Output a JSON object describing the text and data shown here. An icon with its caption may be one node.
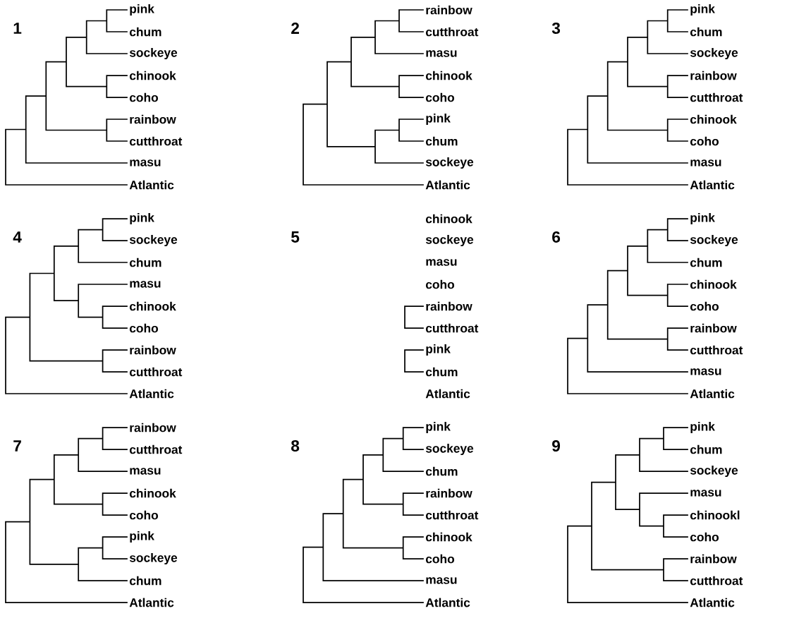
{
  "diagram": {
    "labels": [
      "1",
      "pink",
      "chum",
      "sockeye",
      "chinook",
      "coho",
      "rainbow",
      "cutthroat",
      "masu",
      "Atlantic",
      "2",
      "rainbow",
      "cutthroat",
      "masu",
      "chinook",
      "coho",
      "pink",
      "chum",
      "sockeye",
      "Atlantic",
      "3",
      "pink",
      "chum",
      "sockeye",
      "rainbow",
      "cutthroat",
      "chinook",
      "coho",
      "masu",
      "Atlantic",
      "4",
      "pink",
      "sockeye",
      "chum",
      "masu",
      "chinook",
      "coho",
      "rainbow",
      "cutthroat",
      "Atlantic",
      "5",
      "chinook",
      "sockeye",
      "masu",
      "coho",
      "rainbow",
      "cutthroat",
      "pink",
      "chum",
      "Atlantic",
      "6",
      "pink",
      "sockeye",
      "chum",
      "chinook",
      "coho",
      "rainbow",
      "cutthroat",
      "masu",
      "Atlantic",
      "7",
      "rainbow",
      "cutthroat",
      "masu",
      "chinook",
      "coho",
      "pink",
      "sockeye",
      "chum",
      "Atlantic",
      "8",
      "pink",
      "sockeye",
      "chum",
      "rainbow",
      "cutthroat",
      "chinook",
      "coho",
      "masu",
      "Atlantic",
      "9",
      "pink",
      "chum",
      "sockeye",
      "masu",
      "chinookl",
      "coho",
      "rainbow",
      "cutthroat",
      "Atlantic"
    ]
  }
}
